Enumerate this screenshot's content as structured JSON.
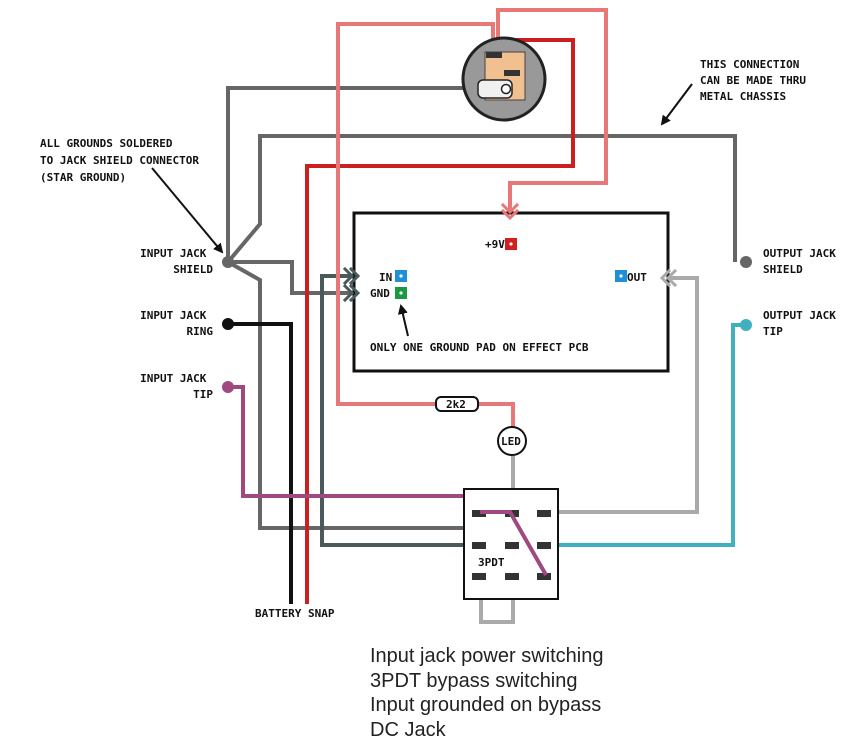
{
  "labels": {
    "star_ground": [
      "ALL GROUNDS SOLDERED",
      "TO JACK SHIELD CONNECTOR",
      "(STAR GROUND)"
    ],
    "chassis_note": [
      "THIS CONNECTION",
      "CAN BE MADE THRU",
      "METAL CHASSIS"
    ],
    "input_shield": [
      "INPUT JACK",
      "SHIELD"
    ],
    "input_ring": [
      "INPUT JACK",
      "RING"
    ],
    "input_tip": [
      "INPUT JACK",
      "TIP"
    ],
    "output_shield": [
      "OUTPUT JACK",
      "SHIELD"
    ],
    "output_tip": [
      "OUTPUT JACK",
      "TIP"
    ],
    "battery": "BATTERY SNAP",
    "switch": "3PDT",
    "led": "LED",
    "resistor": "2k2",
    "pcb": {
      "v9": "+9V",
      "in": "IN",
      "gnd": "GND",
      "out": "OUT",
      "note": "ONLY ONE GROUND PAD ON EFFECT PCB"
    }
  },
  "caption": [
    "Input jack power switching",
    "3PDT bypass switching",
    "Input grounded on bypass",
    "DC Jack"
  ],
  "colors": {
    "ground": "#666666",
    "power": "#cc2020",
    "dc_positive": "#e87878",
    "battery_negative": "#111111",
    "input_tip": "#a04880",
    "output_tip": "#40b0c0",
    "signal": "#aaaaaa",
    "switch_ground": "#4a5a5a",
    "pad_blue": "#1e90d8",
    "pad_green": "#1a9a40",
    "pad_red": "#d02020"
  }
}
